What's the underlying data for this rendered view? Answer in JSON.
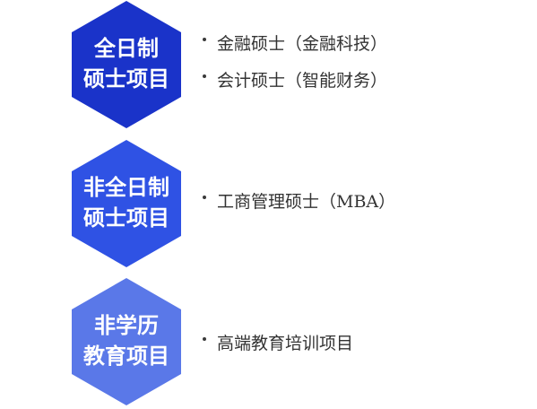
{
  "colors": {
    "hex_1": "#1a33c9",
    "hex_2": "#2f52e4",
    "hex_3": "#5a78e8",
    "text": "#333333",
    "bullet": "#3a3a3a"
  },
  "programs": [
    {
      "title_line1": "全日制",
      "title_line2": "硕士项目",
      "items": [
        "金融硕士（金融科技）",
        "会计硕士（智能财务）"
      ]
    },
    {
      "title_line1": "非全日制",
      "title_line2": "硕士项目",
      "items": [
        "工商管理硕士（MBA）"
      ]
    },
    {
      "title_line1": "非学历",
      "title_line2": "教育项目",
      "items": [
        "高端教育培训项目"
      ]
    }
  ]
}
